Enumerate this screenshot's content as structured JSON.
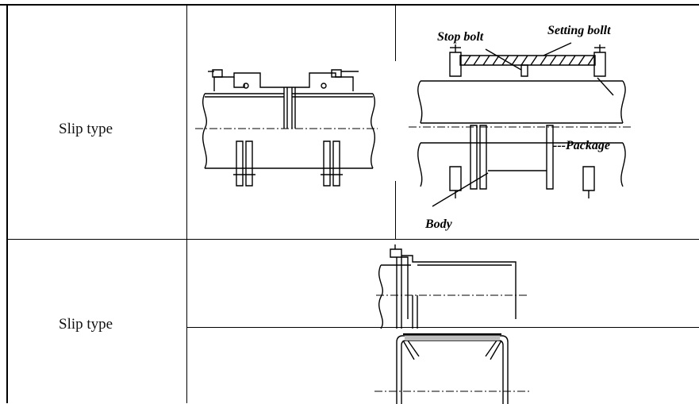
{
  "rows": [
    {
      "type_label": "Slip type",
      "callouts": {
        "stop_bolt": "Stop bolt",
        "setting_bolt": "Setting bollt",
        "package": "---Package",
        "body": "Body"
      }
    },
    {
      "type_label": "Slip type"
    }
  ]
}
